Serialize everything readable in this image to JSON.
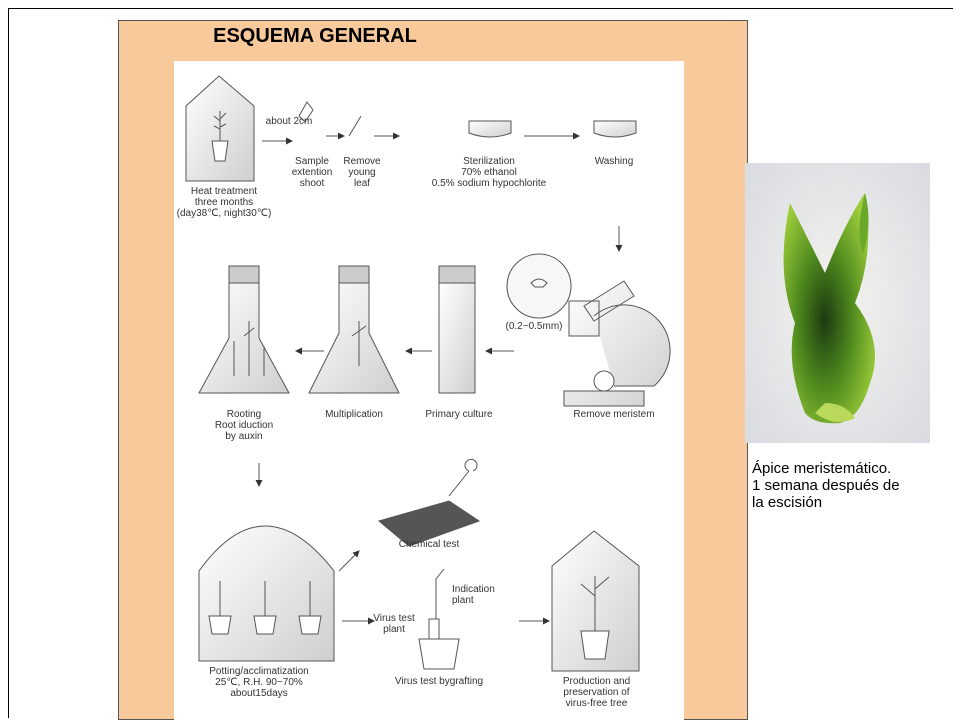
{
  "title": "ESQUEMA GENERAL",
  "steps": {
    "heat": "Heat treatment\nthree months\n(day38℃, night30℃)",
    "about2cm": "about 2cm",
    "sample": "Sample\nextention\nshoot",
    "remove_leaf": "Remove\nyoung\nleaf",
    "sterilization": "Sterilization\n70% ethanol\n0.5% sodium hypochlorite",
    "washing": "Washing",
    "size": "(0.2~0.5mm)",
    "rooting": "Rooting\nRoot iduction\nby auxin",
    "multiplication": "Multiplication",
    "primary": "Primary culture",
    "remove_meristem": "Remove meristem",
    "chemical": "Chemical test",
    "indication": "Indication\nplant",
    "virus_plant": "Virus test\nplant",
    "potting": "Potting/acclimatization\n25℃, R.H. 90~70%\nabout15days",
    "grafting": "Virus test bygrafting",
    "production": "Production and\npreservation of\nvirus-free tree"
  },
  "caption": "Ápice meristemático.\n1 semana después de\nla escisión"
}
